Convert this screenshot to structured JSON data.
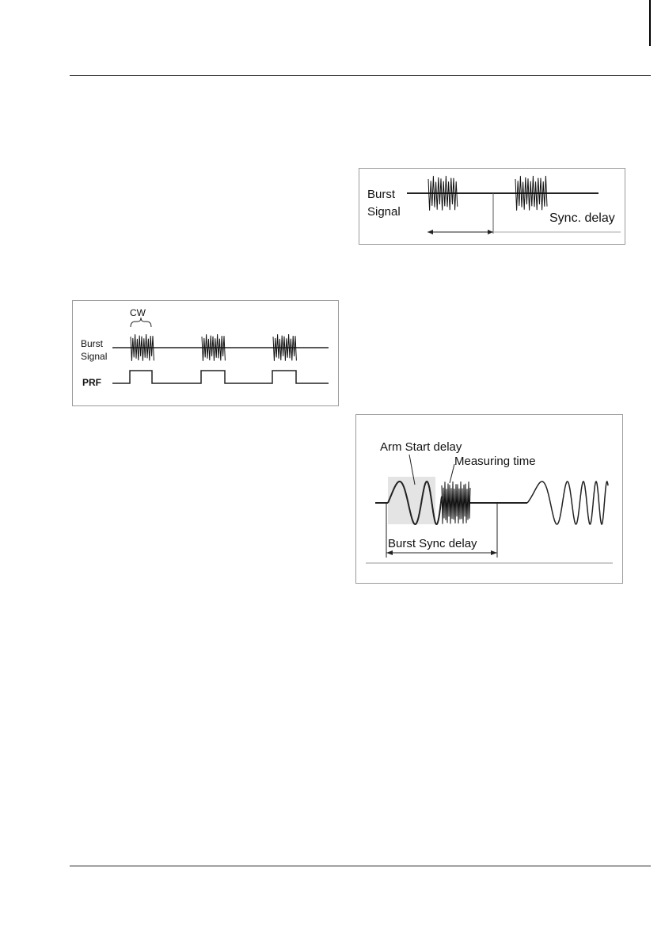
{
  "figures": {
    "cw_prf": {
      "cw_label": "CW",
      "burst_label_line1": "Burst",
      "burst_label_line2": "Signal",
      "prf_label": "PRF"
    },
    "sync_delay": {
      "burst_label_line1": "Burst",
      "burst_label_line2": "Signal",
      "delay_label": "Sync. delay"
    },
    "burst_sync": {
      "arm_label": "Arm Start delay",
      "measuring_label": "Measuring time",
      "burst_sync_label": "Burst Sync delay"
    }
  }
}
